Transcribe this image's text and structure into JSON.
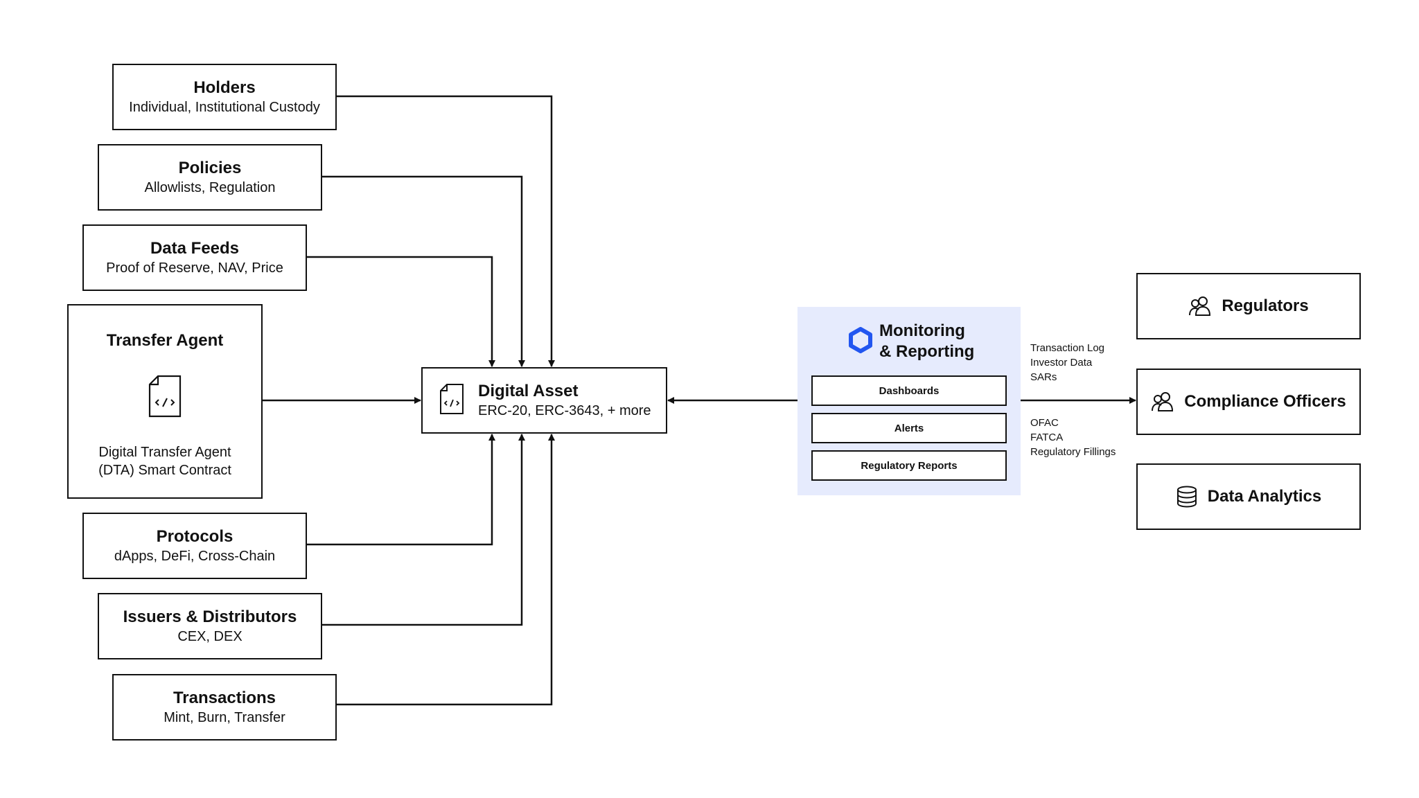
{
  "sources": {
    "holders": {
      "title": "Holders",
      "subtitle": "Individual, Institutional Custody"
    },
    "policies": {
      "title": "Policies",
      "subtitle": "Allowlists, Regulation"
    },
    "data_feeds": {
      "title": "Data Feeds",
      "subtitle": "Proof of Reserve, NAV, Price"
    },
    "transfer_agent": {
      "title": "Transfer Agent",
      "subtitle_line1": "Digital Transfer Agent",
      "subtitle_line2": "(DTA) Smart Contract",
      "icon": "code-document-icon"
    },
    "protocols": {
      "title": "Protocols",
      "subtitle": "dApps, DeFi, Cross-Chain"
    },
    "issuers": {
      "title": "Issuers & Distributors",
      "subtitle": "CEX, DEX"
    },
    "transactions": {
      "title": "Transactions",
      "subtitle": "Mint, Burn, Transfer"
    }
  },
  "asset": {
    "title": "Digital Asset",
    "subtitle": "ERC-20, ERC-3643, + more",
    "icon": "code-document-icon"
  },
  "monitoring": {
    "title": "Monitoring\n& Reporting",
    "icon": "hexagon-logo-icon",
    "panel_color": "#e6ebfd",
    "accent_color": "#2256f0",
    "buttons": [
      "Dashboards",
      "Alerts",
      "Regulatory Reports"
    ]
  },
  "flows": {
    "top": [
      "Transaction Log",
      "Investor Data",
      "SARs"
    ],
    "bottom": [
      "OFAC",
      "FATCA",
      "Regulatory Fillings"
    ]
  },
  "audiences": [
    {
      "label": "Regulators",
      "icon": "users-icon"
    },
    {
      "label": "Compliance Officers",
      "icon": "users-icon"
    },
    {
      "label": "Data Analytics",
      "icon": "database-icon"
    }
  ]
}
